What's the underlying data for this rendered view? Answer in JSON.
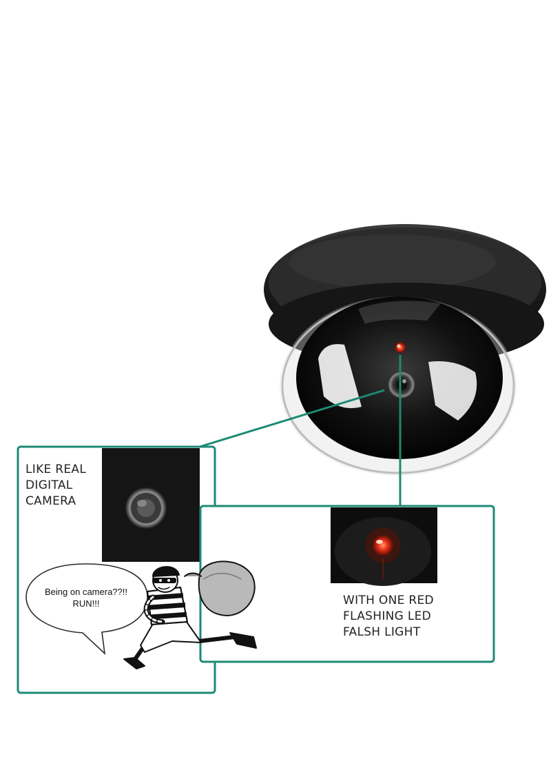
{
  "colors": {
    "frame": "#1b8a74",
    "camera_body": "#1a1a1a",
    "led": "#e03a1e"
  },
  "icons": {
    "camera": "dome-security-camera-icon",
    "lens_closeup": "camera-lens-closeup",
    "led_closeup": "red-led-closeup",
    "thief": "running-thief-illustration",
    "bubble": "speech-bubble"
  },
  "callouts": {
    "lens": {
      "lines": [
        "LIKE REAL",
        "DIGITAL",
        "CAMERA"
      ]
    },
    "led": {
      "lines": [
        "WITH ONE RED",
        "FLASHING LED",
        "FALSH LIGHT"
      ]
    }
  },
  "speech_bubble": {
    "lines": [
      "Being on camera??!!",
      "RUN!!!"
    ]
  }
}
